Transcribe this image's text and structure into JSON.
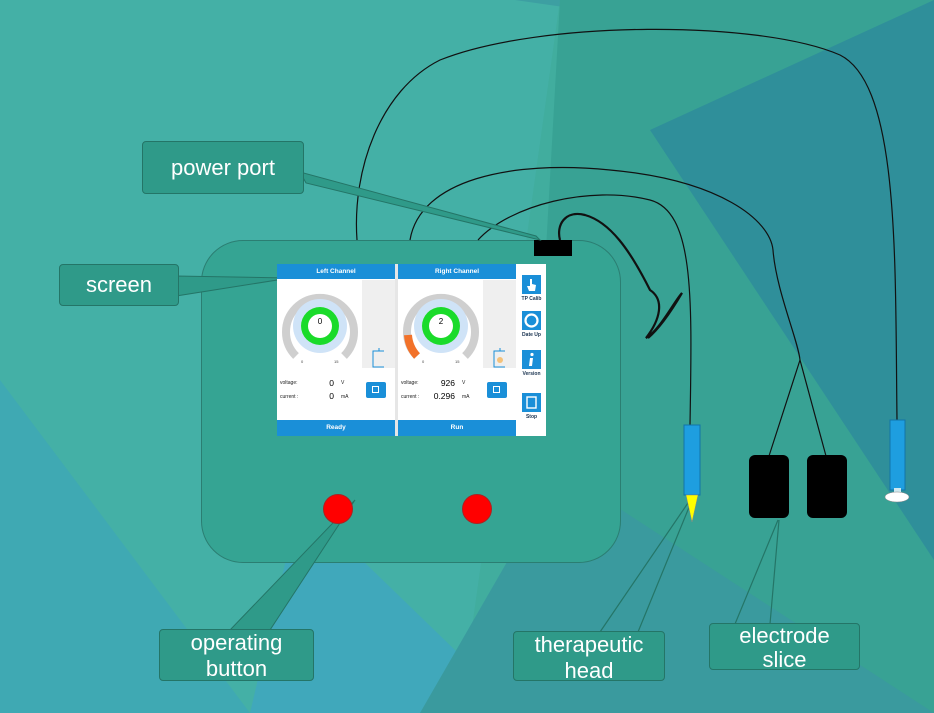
{
  "callouts": {
    "power_port": "power port",
    "screen": "screen",
    "operating_button_line1": "operating",
    "operating_button_line2": "button",
    "therapeutic_head_line1": "therapeutic",
    "therapeutic_head_line2": "head",
    "electrode_slice_line1": "electrode",
    "electrode_slice_line2": "slice"
  },
  "screen": {
    "left_channel": {
      "header": "Left Channel",
      "gauge_value": "0",
      "tick_min": "0",
      "tick_max": "15",
      "voltage_label": "voltage:",
      "voltage_value": "0",
      "voltage_unit": "V",
      "current_label": "current :",
      "current_value": "0",
      "current_unit": "mA",
      "status": "Ready"
    },
    "right_channel": {
      "header": "Right Channel",
      "gauge_value": "2",
      "tick_min": "0",
      "tick_max": "15",
      "voltage_label": "voltage:",
      "voltage_value": "926",
      "voltage_unit": "V",
      "current_label": "current :",
      "current_value": "0.296",
      "current_unit": "mA",
      "status": "Run"
    },
    "menu": [
      {
        "label": "TP Calib",
        "icon": "hand-pointer-icon"
      },
      {
        "label": "Date Up",
        "icon": "refresh-circle-icon"
      },
      {
        "label": "Version",
        "icon": "info-icon"
      },
      {
        "label": "Stop",
        "icon": "stop-icon"
      }
    ]
  },
  "colors": {
    "background": "#41ad9e",
    "device_body": "#35a493",
    "screen_blue": "#1a8fd8",
    "button_red": "#ff0000",
    "gauge_green": "#1adb2a",
    "gauge_orange": "#f2722a",
    "probe_blue": "#1e9ee0",
    "probe_tip": "#ffff00"
  }
}
